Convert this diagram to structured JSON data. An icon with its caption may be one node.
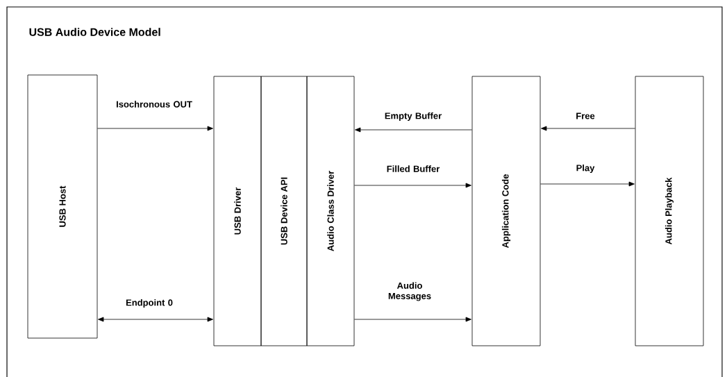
{
  "diagram": {
    "title": "USB Audio Device Model",
    "nodes": [
      {
        "text": [
          "USB Host"
        ]
      },
      {
        "text": [
          "USB Driver"
        ]
      },
      {
        "text": [
          "USB Device API"
        ]
      },
      {
        "text": [
          "Audio Class Driver"
        ]
      },
      {
        "text": [
          "Application Code"
        ]
      },
      {
        "text": [
          "Audio Playback"
        ]
      }
    ],
    "edges": [
      {
        "from": 0,
        "to": 1,
        "arrow": "to",
        "label": "Isochronous OUT"
      },
      {
        "from": 0,
        "to": 1,
        "arrow": "both",
        "label": "Endpoint 0"
      },
      {
        "from": 4,
        "to": 3,
        "arrow": "to",
        "label": "Empty Buffer"
      },
      {
        "from": 3,
        "to": 4,
        "arrow": "to",
        "label": "Filled Buffer"
      },
      {
        "from": 3,
        "to": 4,
        "arrow": "to",
        "label": "Audio Messages"
      },
      {
        "from": 5,
        "to": 4,
        "arrow": "to",
        "label": "Free"
      },
      {
        "from": 4,
        "to": 5,
        "arrow": "to",
        "label": "Play"
      }
    ]
  }
}
